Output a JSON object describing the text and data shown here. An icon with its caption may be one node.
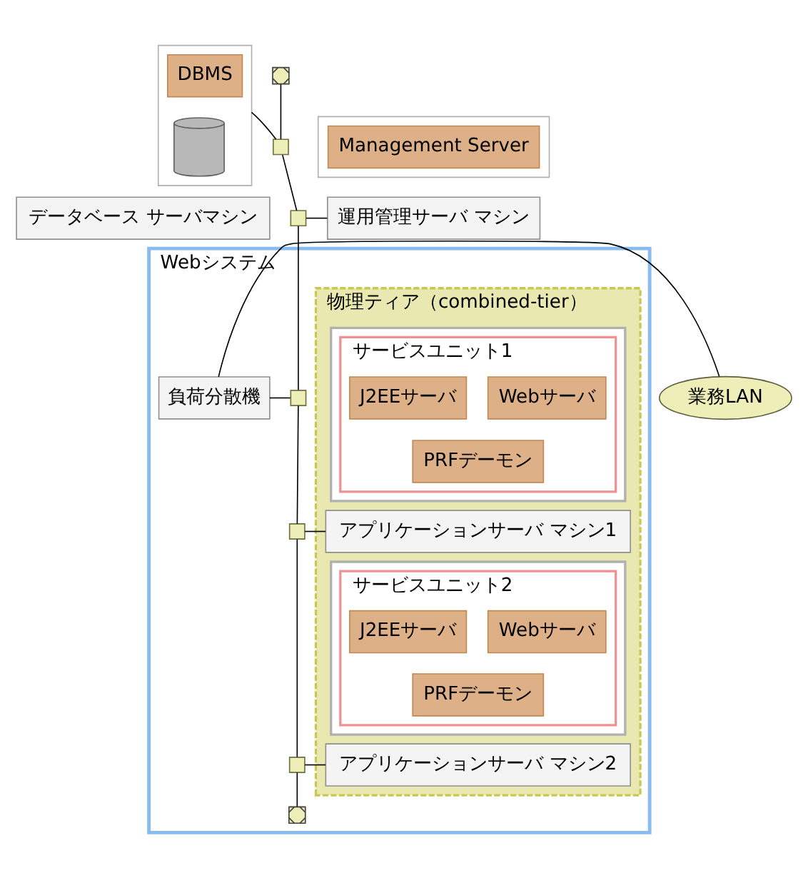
{
  "diagram": {
    "nodes": [
      {
        "text": [],
        "shape": "box"
      },
      {
        "text": [
          "DBMS"
        ],
        "in": 0
      },
      {
        "text": [],
        "shape": "cylinder",
        "in": 0
      },
      {
        "text": [],
        "shape": "box"
      },
      {
        "text": [],
        "shape": "box"
      },
      {
        "text": [
          "Management Server"
        ],
        "in": 4
      },
      {
        "text": [],
        "shape": "box"
      },
      {
        "text": [
          "データベース サーバマシン"
        ]
      },
      {
        "text": [],
        "shape": "box"
      },
      {
        "text": [
          "運用管理サーバ マシン"
        ]
      },
      {
        "text": [
          "業務LAN"
        ]
      },
      {
        "text": [
          "Webシステム"
        ]
      },
      {
        "text": [
          "負荷分散機"
        ],
        "in": 11
      },
      {
        "text": [],
        "shape": "box",
        "in": 11
      },
      {
        "text": [
          "物理ティア（combined-tier）"
        ],
        "in": 11
      },
      {
        "text": [],
        "shape": "box",
        "in": 14
      },
      {
        "text": [
          "サービスユニット1"
        ],
        "in": 15
      },
      {
        "text": [
          "Webサーバ"
        ],
        "in": 16
      },
      {
        "text": [
          "J2EEサーバ"
        ],
        "in": 16
      },
      {
        "text": [
          "PRFデーモン"
        ],
        "in": 16
      },
      {
        "text": [],
        "shape": "box",
        "in": 11
      },
      {
        "text": [
          "アプリケーションサーバ マシン1"
        ],
        "in": 14
      },
      {
        "text": [],
        "shape": "box",
        "in": 14
      },
      {
        "text": [
          "サービスユニット2"
        ],
        "in": 22
      },
      {
        "text": [
          "Webサーバ"
        ],
        "in": 23
      },
      {
        "text": [
          "J2EEサーバ"
        ],
        "in": 23
      },
      {
        "text": [
          "PRFデーモン"
        ],
        "in": 23
      },
      {
        "text": [],
        "shape": "box",
        "in": 11
      },
      {
        "text": [
          "アプリケーションサーバ マシン2"
        ],
        "in": 14
      },
      {
        "text": [],
        "shape": "box",
        "in": 11
      }
    ],
    "edges": [
      {
        "from": 3,
        "to": 6,
        "arrow": "none"
      },
      {
        "from": 6,
        "to": 8,
        "arrow": "none"
      },
      {
        "from": 8,
        "to": 13,
        "arrow": "none"
      },
      {
        "from": 13,
        "to": 20,
        "arrow": "none"
      },
      {
        "from": 20,
        "to": 27,
        "arrow": "none"
      },
      {
        "from": 27,
        "to": 29,
        "arrow": "none"
      },
      {
        "from": 0,
        "to": 6,
        "arrow": "none"
      },
      {
        "from": 8,
        "to": 9,
        "arrow": "none"
      },
      {
        "from": 10,
        "to": 12,
        "arrow": "none"
      },
      {
        "from": 12,
        "to": 13,
        "arrow": "none"
      },
      {
        "from": 20,
        "to": 21,
        "arrow": "none"
      },
      {
        "from": 27,
        "to": 28,
        "arrow": "none"
      }
    ]
  }
}
